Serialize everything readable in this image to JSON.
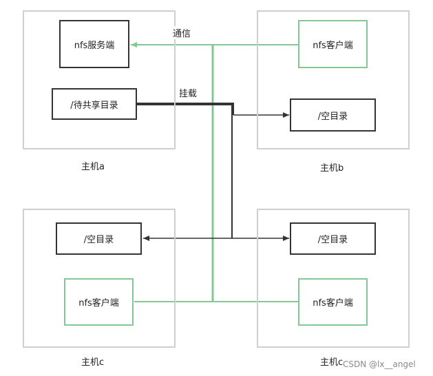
{
  "hosts": {
    "a": {
      "label": "主机a",
      "server": "nfs服务端",
      "shared_dir": "/待共享目录"
    },
    "b": {
      "label": "主机b",
      "client": "nfs客户端",
      "empty_dir": "/空目录"
    },
    "c_left": {
      "label": "主机c",
      "client": "nfs客户端",
      "empty_dir": "/空目录"
    },
    "c_right": {
      "label": "主机c",
      "client": "nfs客户端",
      "empty_dir": "/空目录"
    }
  },
  "edges": {
    "communication_label": "通信",
    "mount_label": "挂载"
  },
  "colors": {
    "communication": "#82c794",
    "mount": "#333333",
    "frame": "#cfcfcf"
  },
  "watermark": "CSDN @lx__angel"
}
